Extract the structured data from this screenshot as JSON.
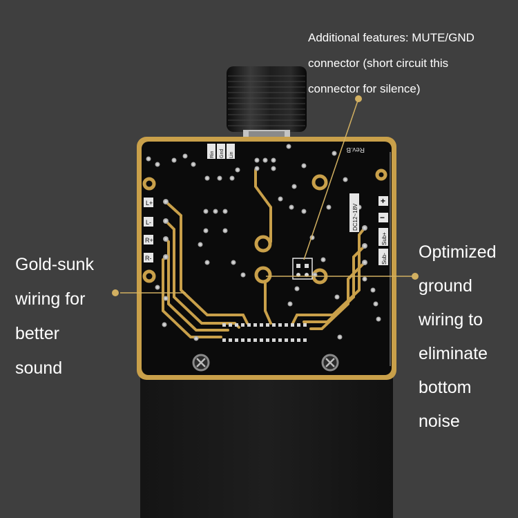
{
  "annotations": {
    "mute_gnd": [
      "Additional features: MUTE/GND",
      "connector (short circuit this",
      "connector for silence)"
    ],
    "gold_sunk": [
      "Gold-sunk",
      "wiring for",
      "better",
      "sound"
    ],
    "ground": [
      "Optimized",
      "ground",
      "wiring to",
      "eliminate",
      "bottom",
      "noise"
    ]
  },
  "board_silkscreen": {
    "rev": "Rev.B",
    "power": "DC12~18V",
    "sub_minus": "Sub-",
    "sub_plus": "Sub+",
    "plus": "+",
    "minus": "−",
    "left_labels": [
      "L+",
      "L-",
      "R+",
      "R-"
    ],
    "top_labels": [
      "Rin",
      "Gnd",
      "Lin"
    ]
  },
  "colors": {
    "background": "#3f3f3f",
    "pcb": "#0b0b0b",
    "gold": "#c9a04a",
    "leader": "#d2b061",
    "text": "#ffffff"
  }
}
